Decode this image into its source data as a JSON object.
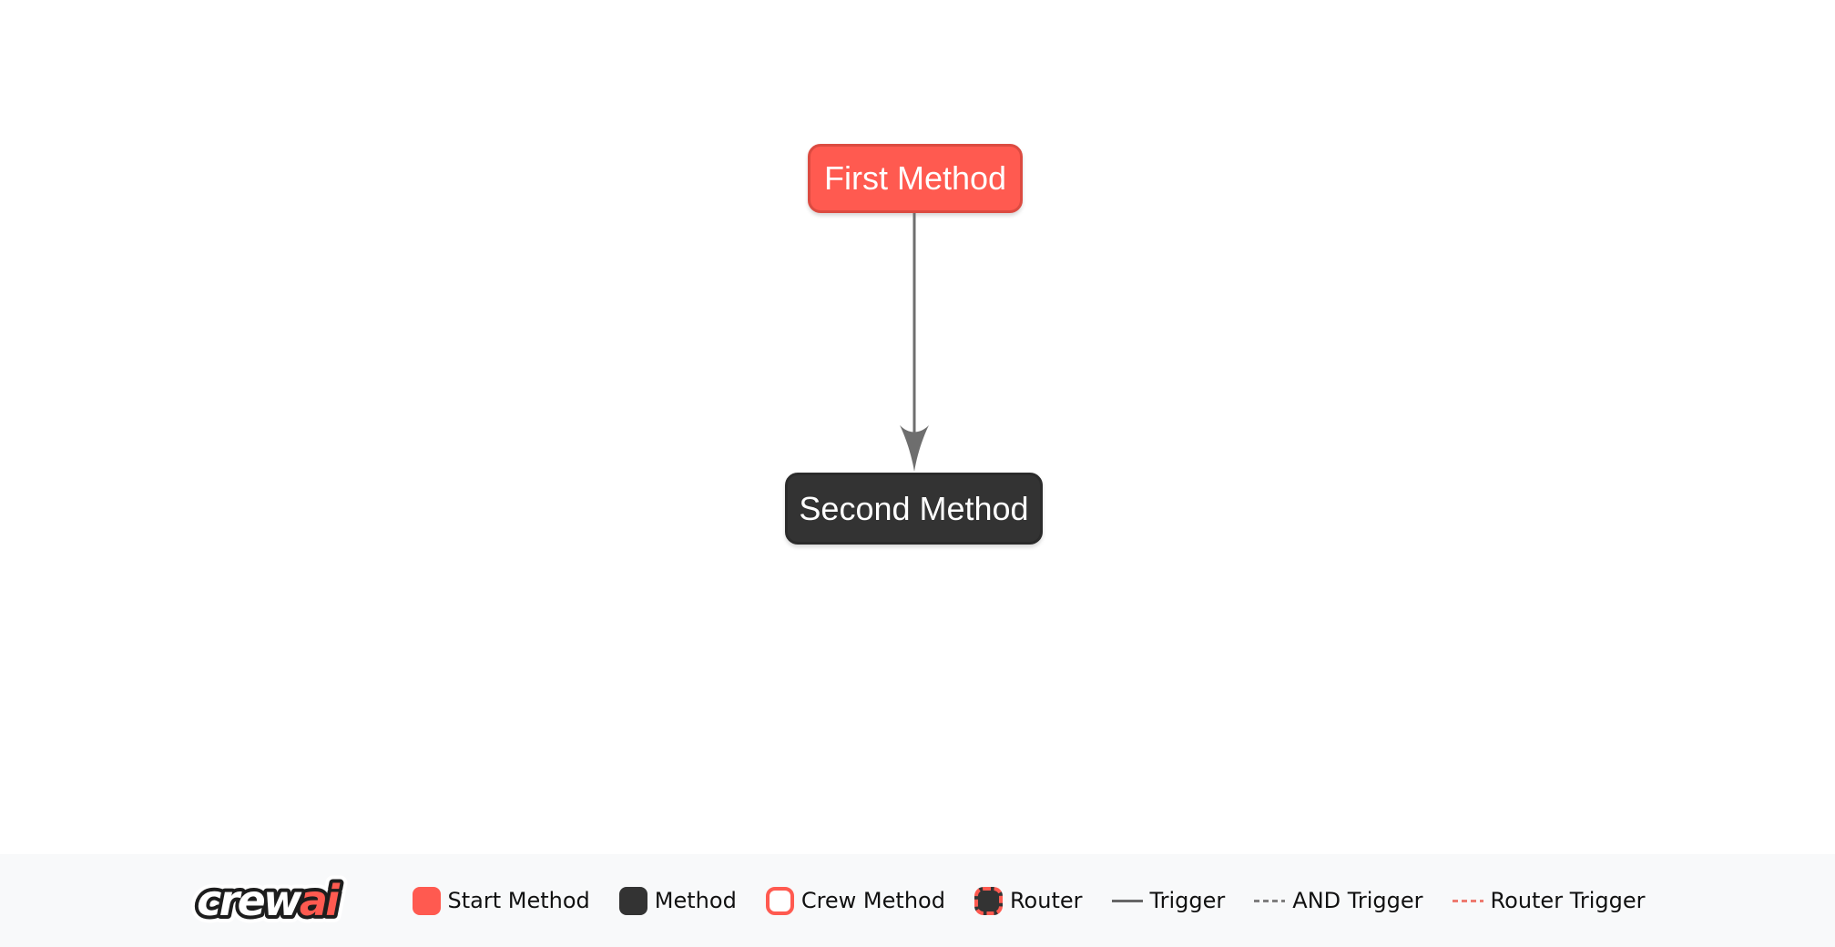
{
  "page": {
    "background": "#ffffff",
    "footer_background": "#F8F9FA"
  },
  "canvas": {
    "nodes": [
      {
        "id": "first",
        "label": "First Method",
        "type": "start-method",
        "fill": "#FF5A50",
        "border": "#DC4B41",
        "text_color": "#ffffff"
      },
      {
        "id": "second",
        "label": "Second Method",
        "type": "method",
        "fill": "#333333",
        "border": "#2B2B2B",
        "text_color": "#ffffff"
      }
    ],
    "edges": [
      {
        "from": "first",
        "to": "second",
        "type": "trigger",
        "style": "solid",
        "color": "#6E6E6E",
        "direction": "down"
      }
    ]
  },
  "footer": {
    "logo": {
      "text_crew": "crew",
      "text_ai": "ai",
      "crew_color": "#ffffff",
      "ai_color": "#FF5A50",
      "outline_color": "#1D1D1D"
    },
    "legend": [
      {
        "label": "Start Method",
        "swatch": "box",
        "fill": "#FF5A50",
        "border": "#FF5A50",
        "border_style": "solid"
      },
      {
        "label": "Method",
        "swatch": "box",
        "fill": "#333333",
        "border": "#333333",
        "border_style": "solid"
      },
      {
        "label": "Crew Method",
        "swatch": "box",
        "fill": "#FFFFFF",
        "border": "#FF5A50",
        "border_style": "solid"
      },
      {
        "label": "Router",
        "swatch": "box",
        "fill": "#333333",
        "border": "#FF5A50",
        "border_style": "dashed"
      },
      {
        "label": "Trigger",
        "swatch": "line",
        "color": "#666666",
        "line_style": "solid"
      },
      {
        "label": "AND Trigger",
        "swatch": "line",
        "color": "#7E7E7E",
        "line_style": "dashed"
      },
      {
        "label": "Router Trigger",
        "swatch": "line",
        "color": "#EE7A70",
        "line_style": "dashed"
      }
    ]
  }
}
